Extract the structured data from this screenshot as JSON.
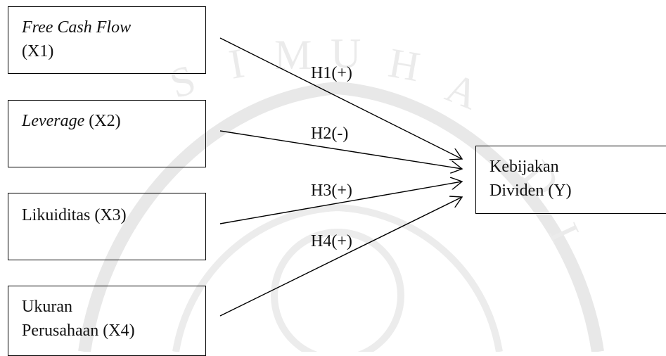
{
  "variables": {
    "x1": {
      "name": "Free Cash Flow",
      "code": "(X1)"
    },
    "x2": {
      "name": "Leverage",
      "code": "(X2)"
    },
    "x3": {
      "name": "Likuiditas (X3)"
    },
    "x4": {
      "line1": "Ukuran",
      "line2": "Perusahaan (X4)"
    },
    "y": {
      "line1": "Kebijakan",
      "line2": "Dividen (Y)"
    }
  },
  "hypotheses": {
    "h1": "H1(+)",
    "h2": "H2(-)",
    "h3": "H3(+)",
    "h4": "H4(+)"
  },
  "colors": {
    "line": "#000000",
    "watermark": "#e6e6e6"
  }
}
